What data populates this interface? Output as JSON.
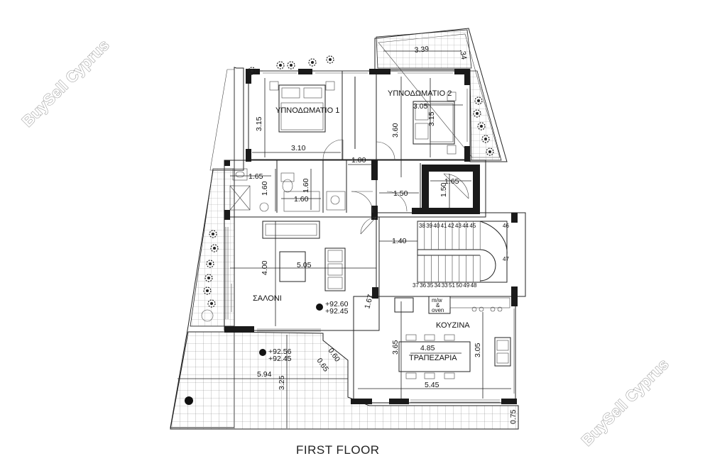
{
  "watermarks": [
    "BuySell Cyprus",
    "BuySell Cyprus"
  ],
  "rooms": {
    "bedroom1": "ΥΠΝΟΔΩΜΑΤΙΟ 1",
    "bedroom2": "ΥΠΝΟΔΩΜΑΤΙΟ 2",
    "living": "ΣΑΛΟΝΙ",
    "kitchen": "ΚΟΥΖΙΝΑ",
    "dining": "ΤΡΑΠΕΖΑΡΙΑ"
  },
  "appliance": {
    "line1": "m/w",
    "line2": "&",
    "line3": "oven"
  },
  "levels": {
    "living_a": "+92.60",
    "living_b": "+92.45",
    "veranda_a": "+92.56",
    "veranda_b": "+92.45"
  },
  "dimensions": {
    "d_315a": "3.15",
    "d_310": "3.10",
    "d_100": "1.00",
    "d_360": "3.60",
    "d_305a": "3.05",
    "d_315b": "3.15",
    "d_165a": "1.65",
    "d_160a": "1.60",
    "d_160b": "1.60",
    "d_160c": "1.60",
    "d_150a": "1.50",
    "d_165b": "1.65",
    "d_150b": "1.50",
    "d_140": "1.40",
    "d_400": "4.00",
    "d_505": "5.05",
    "d_167": "1.67",
    "d_365": "3.65",
    "d_485": "4.85",
    "d_305b": "3.05",
    "d_545": "5.45",
    "d_060": "0.60",
    "d_065": "0.65",
    "d_594": "5.94",
    "d_325": "3.25",
    "d_075": "0.75",
    "d_339": "3.39",
    "d_034": ".34"
  },
  "stairs": {
    "top": [
      "38",
      "39",
      "40",
      "41",
      "42",
      "43",
      "44",
      "45"
    ],
    "bottom": [
      "37",
      "36",
      "35",
      "34",
      "33",
      "51",
      "50",
      "49",
      "48"
    ],
    "s46": "46",
    "s47": "47"
  },
  "caption": "FIRST FLOOR"
}
